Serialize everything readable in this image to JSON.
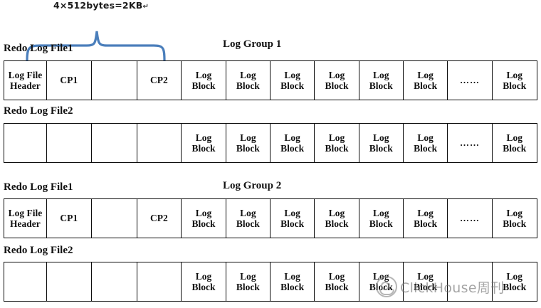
{
  "annotation": {
    "brace_label": "4×512bytes=2KB",
    "pilcrow": "↵",
    "brace_color": "#4a7ebb"
  },
  "groups": [
    {
      "title": "Log Group 1",
      "files": [
        {
          "label": "Redo Log File1",
          "cells": [
            "Log File\nHeader",
            "CP1",
            "",
            "CP2",
            "Log\nBlock",
            "Log\nBlock",
            "Log\nBlock",
            "Log\nBlock",
            "Log\nBlock",
            "Log\nBlock",
            "……",
            "Log\nBlock"
          ]
        },
        {
          "label": "Redo Log File2",
          "cells": [
            "",
            "",
            "",
            "",
            "Log\nBlock",
            "Log\nBlock",
            "Log\nBlock",
            "Log\nBlock",
            "Log\nBlock",
            "Log\nBlock",
            "……",
            "Log\nBlock"
          ]
        }
      ]
    },
    {
      "title": "Log Group 2",
      "files": [
        {
          "label": "Redo Log File1",
          "cells": [
            "Log File\nHeader",
            "CP1",
            "",
            "CP2",
            "Log\nBlock",
            "Log\nBlock",
            "Log\nBlock",
            "Log\nBlock",
            "Log\nBlock",
            "Log\nBlock",
            "……",
            "Log\nBlock"
          ]
        },
        {
          "label": "Redo Log File2",
          "cells": [
            "",
            "",
            "",
            "",
            "Log\nBlock",
            "Log\nBlock",
            "Log\nBlock",
            "Log\nBlock",
            "Log\nBlock",
            "Log\nBlock",
            "",
            "Log\nBlock"
          ]
        }
      ]
    }
  ],
  "watermark": {
    "text": "ClickHouse周刊",
    "logo_icon": "wechat-official-account-logo-icon",
    "color": "#6f6f6f"
  }
}
